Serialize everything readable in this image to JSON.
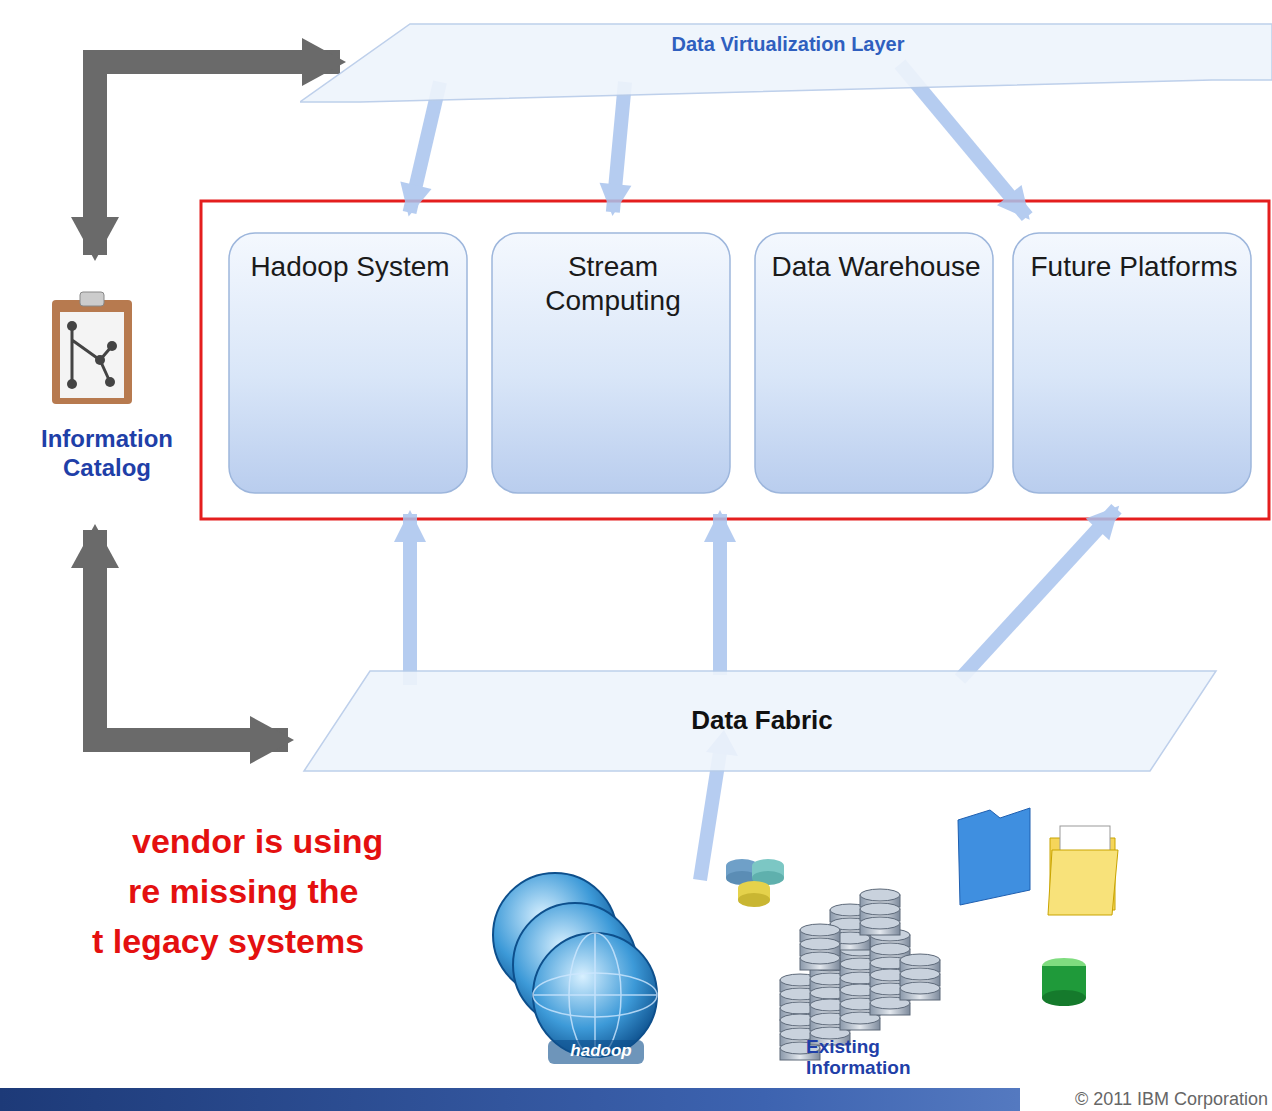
{
  "diagram": {
    "nodes": [
      {
        "text": [
          "Data Virtualization Layer"
        ]
      },
      {
        "text": [
          "Hadoop System"
        ]
      },
      {
        "text": [
          "Stream Computing"
        ]
      },
      {
        "text": [
          "Data Warehouse"
        ]
      },
      {
        "text": [
          "Future Platforms"
        ]
      },
      {
        "text": [
          "Information Catalog"
        ]
      },
      {
        "text": [
          "Data Fabric"
        ]
      }
    ],
    "edges": [
      {
        "from": 0,
        "to": 1,
        "arrow": "to"
      },
      {
        "from": 0,
        "to": 2,
        "arrow": "to"
      },
      {
        "from": 0,
        "to": 4,
        "arrow": "to"
      },
      {
        "from": 6,
        "to": 1,
        "arrow": "to"
      },
      {
        "from": 6,
        "to": 2,
        "arrow": "to"
      },
      {
        "from": 6,
        "to": 4,
        "arrow": "to"
      },
      {
        "from": 5,
        "to": 0,
        "arrow": "both"
      },
      {
        "from": 5,
        "to": 6,
        "arrow": "both"
      }
    ],
    "labels": [
      "vendor is using",
      "re missing the",
      "t legacy systems",
      "hadoop",
      "Existing Information",
      "© 2011 IBM Corporation"
    ]
  }
}
